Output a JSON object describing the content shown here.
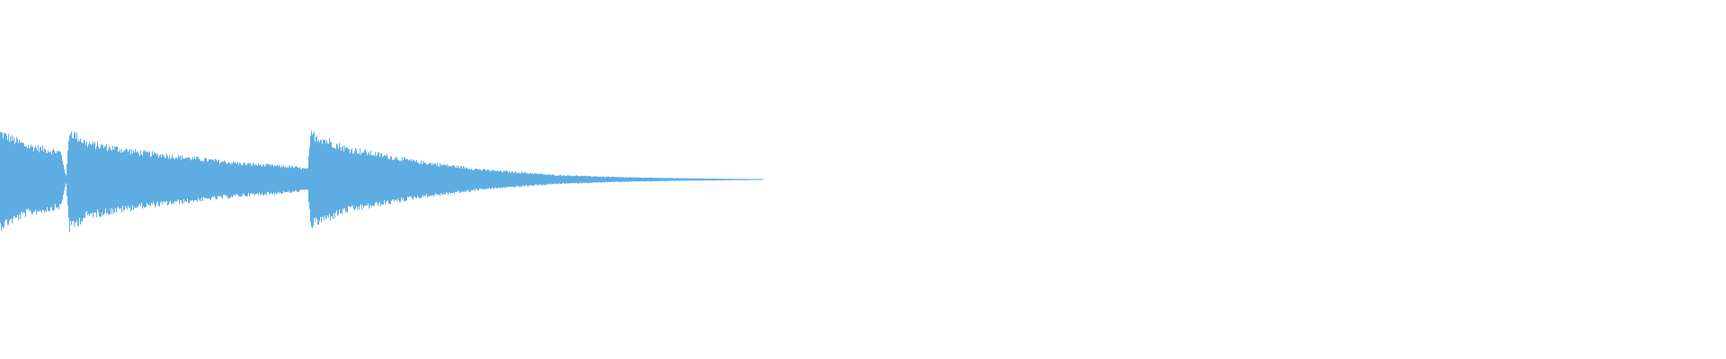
{
  "waveform": {
    "color": "#5dade2",
    "background": "#ffffff",
    "envelope": [
      {
        "t": 0.0,
        "amp": 0.82
      },
      {
        "t": 0.015,
        "amp": 0.6
      },
      {
        "t": 0.035,
        "amp": 0.48
      },
      {
        "t": 0.038,
        "amp": 0.06
      },
      {
        "t": 0.04,
        "amp": 0.86
      },
      {
        "t": 0.05,
        "amp": 0.64
      },
      {
        "t": 0.08,
        "amp": 0.48
      },
      {
        "t": 0.11,
        "amp": 0.38
      },
      {
        "t": 0.14,
        "amp": 0.28
      },
      {
        "t": 0.17,
        "amp": 0.22
      },
      {
        "t": 0.178,
        "amp": 0.18
      },
      {
        "t": 0.18,
        "amp": 0.8
      },
      {
        "t": 0.2,
        "amp": 0.55
      },
      {
        "t": 0.24,
        "amp": 0.32
      },
      {
        "t": 0.28,
        "amp": 0.17
      },
      {
        "t": 0.32,
        "amp": 0.08
      },
      {
        "t": 0.36,
        "amp": 0.04
      },
      {
        "t": 0.4,
        "amp": 0.02
      },
      {
        "t": 0.44,
        "amp": 0.008
      },
      {
        "t": 0.442,
        "amp": 0.0
      },
      {
        "t": 1.0,
        "amp": 0.0
      }
    ]
  }
}
